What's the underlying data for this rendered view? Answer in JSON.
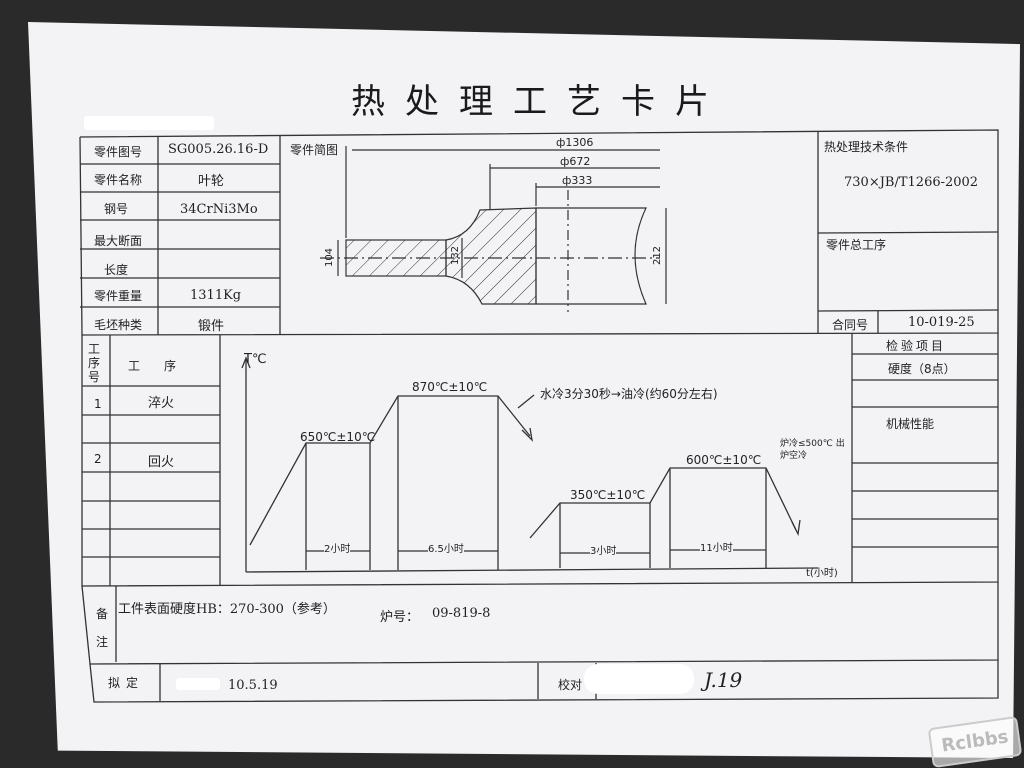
{
  "title": "热处理工艺卡片",
  "info_rows": [
    {
      "label": "零件图号",
      "value": "SG005.26.16-D"
    },
    {
      "label": "零件名称",
      "value": "叶轮"
    },
    {
      "label": "钢号",
      "value": "34CrNi3Mo"
    },
    {
      "label": "最大断面",
      "value": ""
    },
    {
      "label": "长度",
      "value": ""
    },
    {
      "label": "零件重量",
      "value": "1311Kg"
    },
    {
      "label": "毛坯种类",
      "value": "锻件"
    }
  ],
  "sketch": {
    "label": "零件简图",
    "dim_outer": "ф1306",
    "dim_mid": "ф672",
    "dim_inner": "ф333",
    "dim_left": "104",
    "dim_center": "132",
    "dim_right": "212"
  },
  "tech": {
    "label": "热处理技术条件",
    "value": "730×JB/T1266-2002",
    "process_label": "零件总工序",
    "contract_label": "合同号",
    "contract_value": "10-019-25"
  },
  "process": {
    "header_no": "工序号",
    "header_step": "工　序",
    "steps": [
      {
        "no": "1",
        "name": "淬火"
      },
      {
        "no": "2",
        "name": "回火"
      }
    ]
  },
  "inspection": {
    "header": "检验项目",
    "items": [
      "硬度（8点）",
      "机械性能"
    ]
  },
  "curve": {
    "y_axis": "T℃",
    "x_axis": "t(小时)",
    "labels": {
      "preheat": "650℃±10℃",
      "quench": "870℃±10℃",
      "quench_cool": "水冷3分30秒→油冷(约60分左右)",
      "temper1": "350℃±10℃",
      "temper2": "600℃±10℃",
      "temper_cool": "炉冷≤500℃ 出炉空冷",
      "d1": "2小时",
      "d2": "6.5小时",
      "d3": "3小时",
      "d4": "11小时"
    }
  },
  "remarks": {
    "label": "备注",
    "line1": "工件表面硬度HB：270-300（参考）",
    "furnace_label": "炉号：",
    "furnace_value": "09-819-8"
  },
  "footer": {
    "draft_label": "拟定",
    "draft_date": "10.5.19",
    "check_label": "校对",
    "check_sign": "J.19"
  },
  "watermark": "Rclbbs"
}
